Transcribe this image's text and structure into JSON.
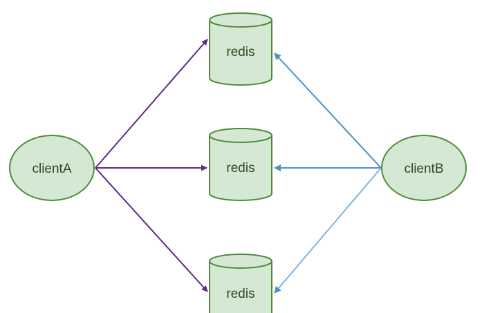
{
  "diagram": {
    "clients": [
      {
        "id": "clientA",
        "label": "clientA"
      },
      {
        "id": "clientB",
        "label": "clientB"
      }
    ],
    "redis_nodes": [
      {
        "id": "redis-top",
        "label": "redis"
      },
      {
        "id": "redis-middle",
        "label": "redis"
      },
      {
        "id": "redis-bottom",
        "label": "redis"
      }
    ],
    "edges": [
      {
        "from": "clientA",
        "to": "redis-top"
      },
      {
        "from": "clientA",
        "to": "redis-middle"
      },
      {
        "from": "clientA",
        "to": "redis-bottom"
      },
      {
        "from": "clientB",
        "to": "redis-top"
      },
      {
        "from": "clientB",
        "to": "redis-middle"
      },
      {
        "from": "clientB",
        "to": "redis-bottom"
      }
    ]
  },
  "colors": {
    "node_fill": "#d5e8d4",
    "node_stroke": "#4e8a3a",
    "text": "#2f4a1e",
    "clientA_edge": "#5b2a86",
    "clientB_edge": "#4f8fc3"
  }
}
